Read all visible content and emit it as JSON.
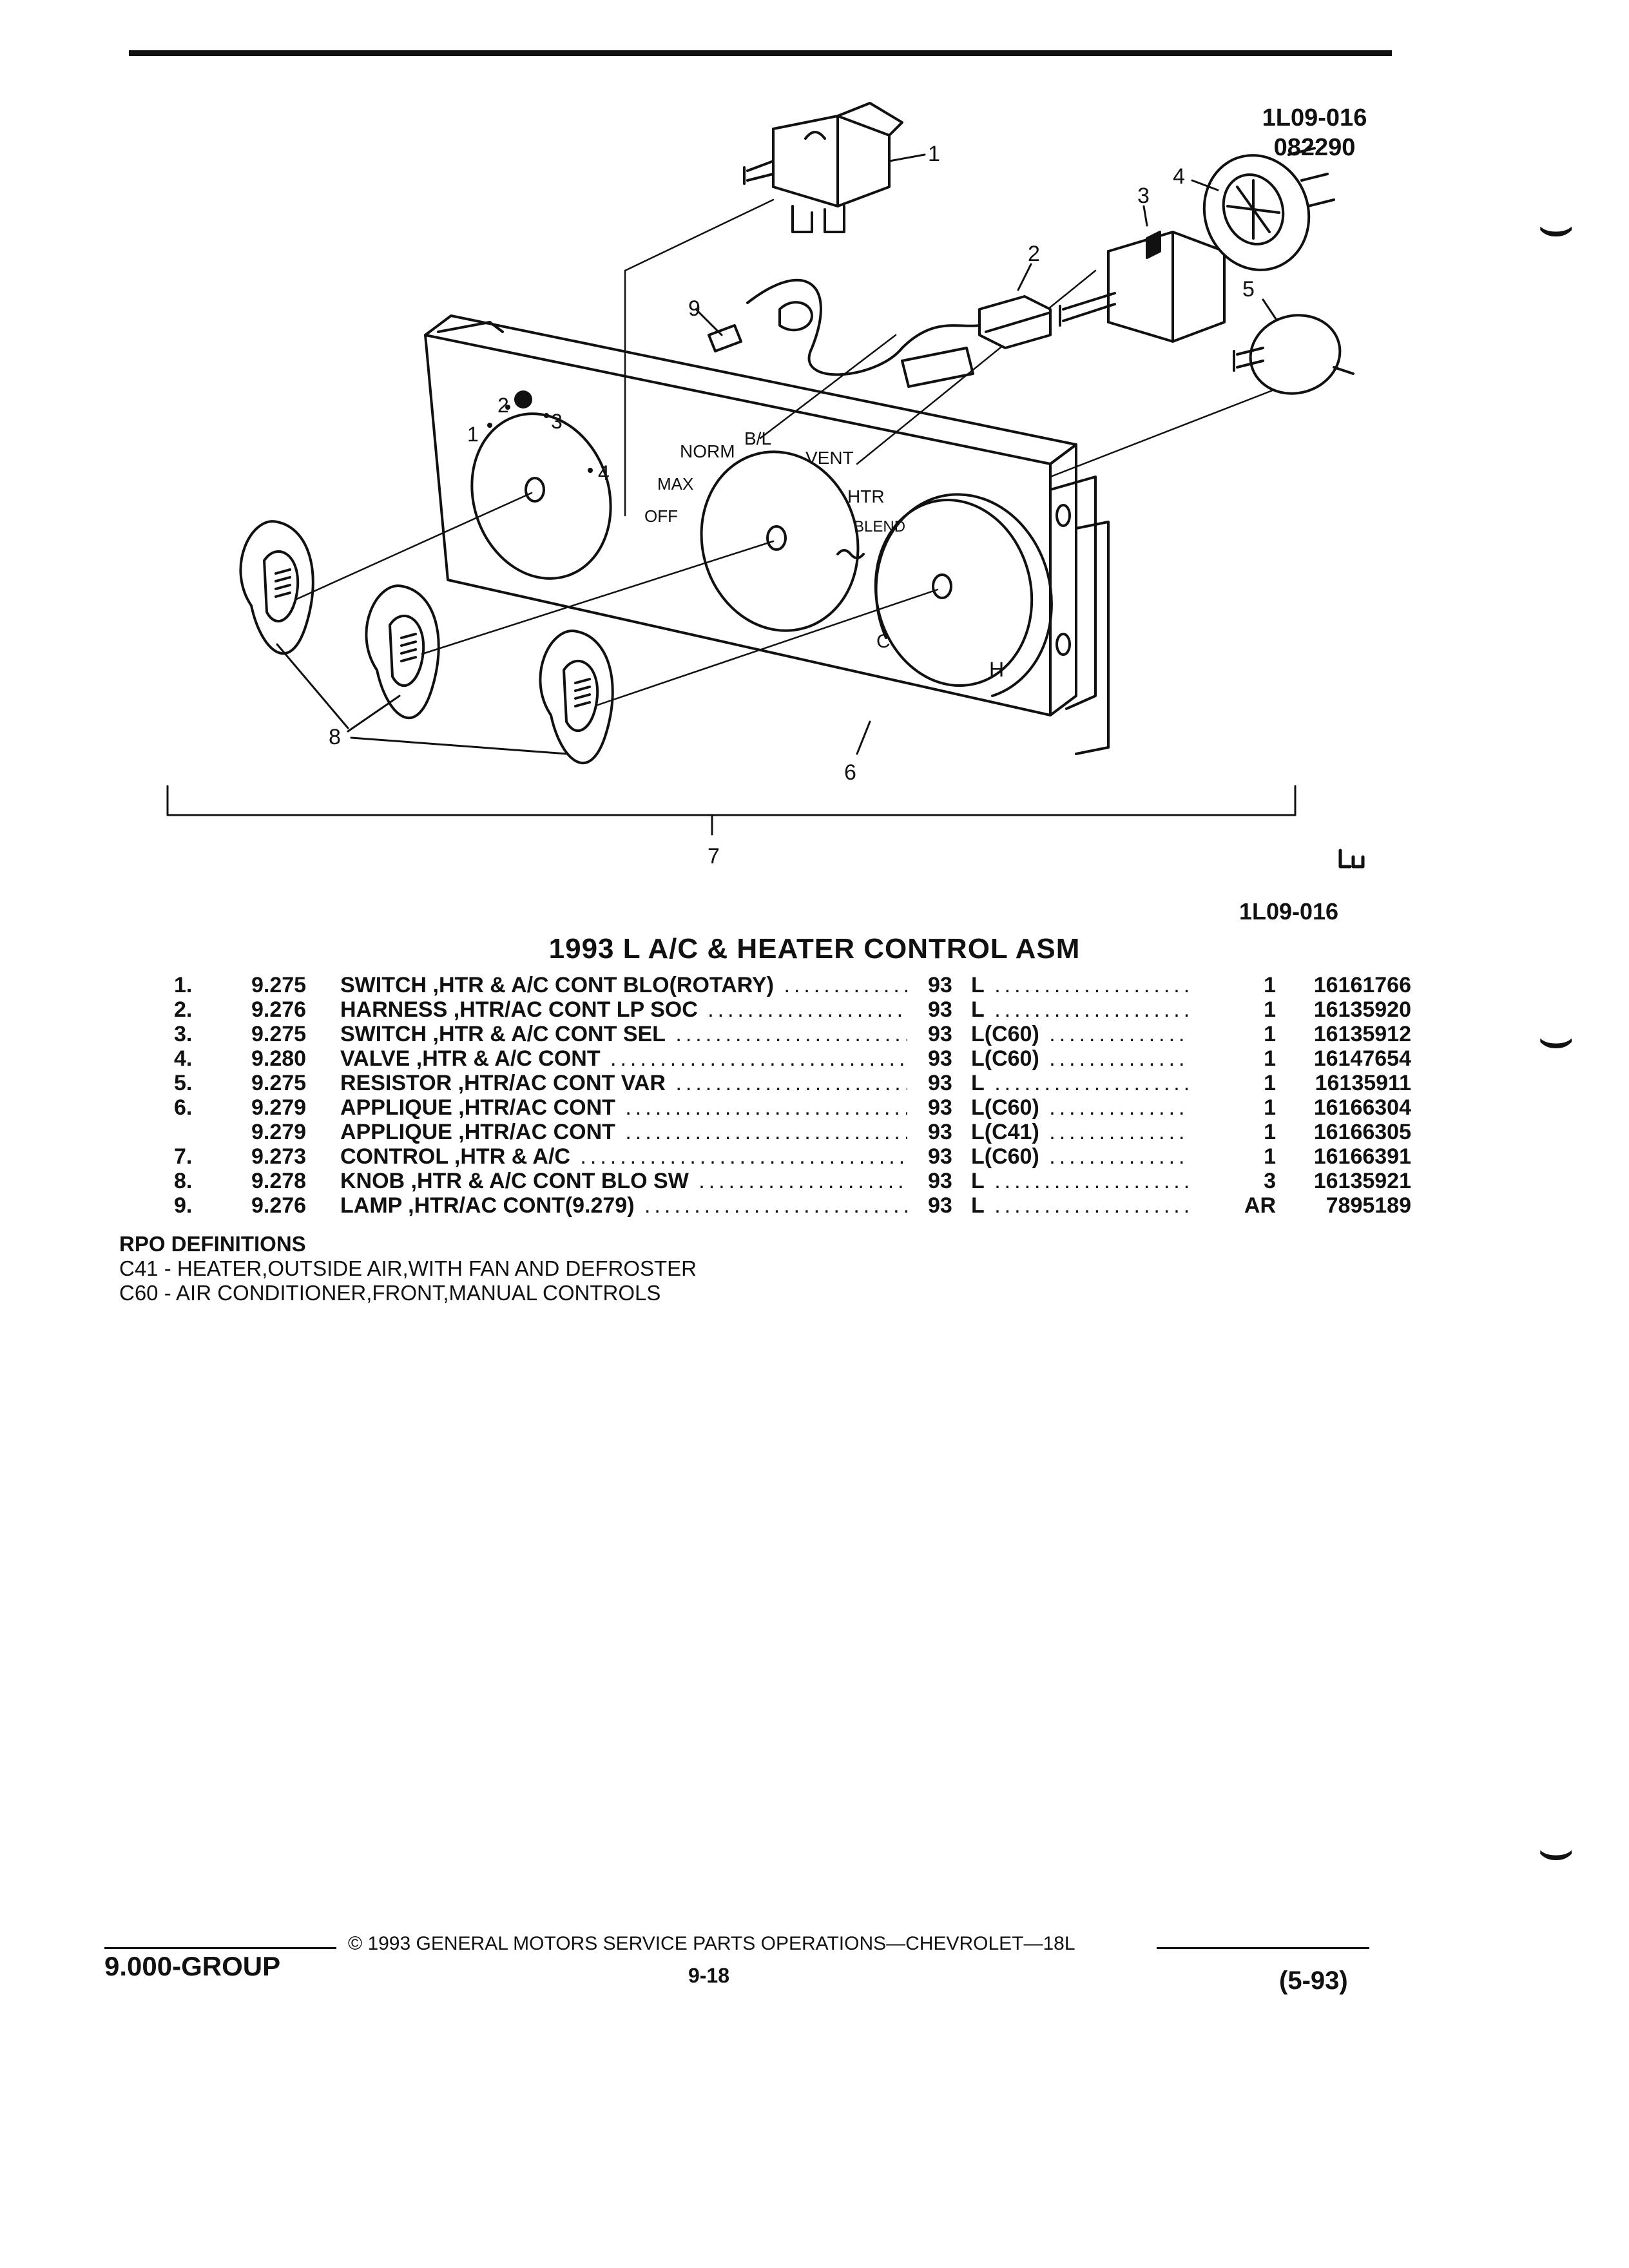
{
  "header": {
    "figure_id_top": "1L09-016",
    "figure_date": "082290",
    "figure_id_bottom": "1L09-016"
  },
  "diagram": {
    "callouts": [
      "1",
      "2",
      "3",
      "4",
      "5",
      "6",
      "7",
      "8",
      "9"
    ],
    "dial_labels": {
      "blower": [
        "1",
        "2",
        "3",
        "4"
      ],
      "mode": [
        "NORM",
        "B/L",
        "VENT",
        "MAX",
        "HTR",
        "OFF",
        "BLEND"
      ],
      "temp": [
        "C",
        "H"
      ]
    }
  },
  "title": "1993 L A/C & HEATER CONTROL ASM",
  "parts": [
    {
      "num": "1.",
      "group": "9.275",
      "desc": "SWITCH ,HTR & A/C CONT BLO(ROTARY)",
      "year": "93",
      "rpo": "L",
      "qty": "1",
      "part": "16161766"
    },
    {
      "num": "2.",
      "group": "9.276",
      "desc": "HARNESS ,HTR/AC CONT LP SOC",
      "year": "93",
      "rpo": "L",
      "qty": "1",
      "part": "16135920"
    },
    {
      "num": "3.",
      "group": "9.275",
      "desc": "SWITCH ,HTR & A/C CONT SEL",
      "year": "93",
      "rpo": "L(C60)",
      "qty": "1",
      "part": "16135912"
    },
    {
      "num": "4.",
      "group": "9.280",
      "desc": "VALVE ,HTR & A/C CONT",
      "year": "93",
      "rpo": "L(C60)",
      "qty": "1",
      "part": "16147654"
    },
    {
      "num": "5.",
      "group": "9.275",
      "desc": "RESISTOR ,HTR/AC CONT VAR",
      "year": "93",
      "rpo": "L",
      "qty": "1",
      "part": "16135911"
    },
    {
      "num": "6.",
      "group": "9.279",
      "desc": "APPLIQUE ,HTR/AC CONT",
      "year": "93",
      "rpo": "L(C60)",
      "qty": "1",
      "part": "16166304"
    },
    {
      "num": "",
      "group": "9.279",
      "desc": "APPLIQUE ,HTR/AC CONT",
      "year": "93",
      "rpo": "L(C41)",
      "qty": "1",
      "part": "16166305"
    },
    {
      "num": "7.",
      "group": "9.273",
      "desc": "CONTROL ,HTR & A/C",
      "year": "93",
      "rpo": "L(C60)",
      "qty": "1",
      "part": "16166391"
    },
    {
      "num": "8.",
      "group": "9.278",
      "desc": "KNOB ,HTR & A/C CONT BLO SW",
      "year": "93",
      "rpo": "L",
      "qty": "3",
      "part": "16135921"
    },
    {
      "num": "9.",
      "group": "9.276",
      "desc": "LAMP ,HTR/AC CONT(9.279)",
      "year": "93",
      "rpo": "L",
      "qty": "AR",
      "part": "7895189"
    }
  ],
  "rpo_definitions": {
    "heading": "RPO DEFINITIONS",
    "items": [
      "C41 - HEATER,OUTSIDE AIR,WITH FAN AND DEFROSTER",
      "C60 - AIR CONDITIONER,FRONT,MANUAL CONTROLS"
    ]
  },
  "footer": {
    "group": "9.000-GROUP",
    "copyright": "©  1993  GENERAL MOTORS SERVICE PARTS OPERATIONS—CHEVROLET—18L",
    "page": "9-18",
    "date_code": "(5-93)"
  }
}
